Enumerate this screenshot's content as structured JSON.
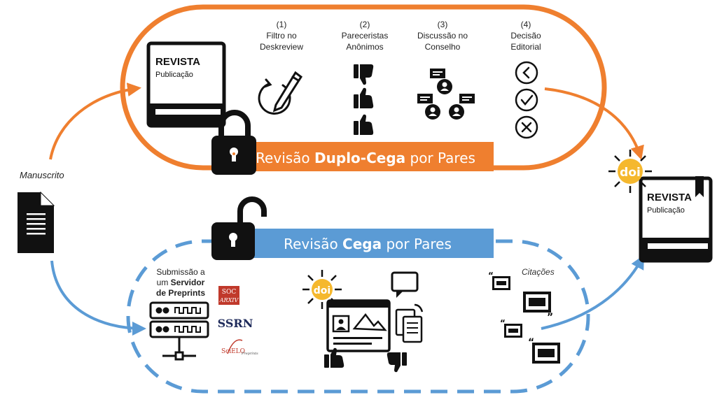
{
  "manuscript": {
    "label": "Manuscrito"
  },
  "journal": {
    "title": "REVISTA",
    "subtitle": "Publicação"
  },
  "double_blind": {
    "banner_prefix": "Revisão ",
    "banner_bold": "Duplo-Cega",
    "banner_suffix": " por Pares",
    "color": "#ef7f2f",
    "steps": [
      {
        "num": "(1)",
        "line1": "Filtro no",
        "line2": "Deskreview"
      },
      {
        "num": "(2)",
        "line1": "Pareceristas",
        "line2": "Anônimos"
      },
      {
        "num": "(3)",
        "line1": "Discussão no",
        "line2": "Conselho"
      },
      {
        "num": "(4)",
        "line1": "Decisão",
        "line2": "Editorial"
      }
    ]
  },
  "single_blind": {
    "banner_prefix": "Revisão ",
    "banner_bold": "Cega",
    "banner_suffix": " por Pares",
    "color": "#5b9bd5",
    "submission": {
      "line1": "Submissão a",
      "line2_prefix": "um ",
      "line2_bold": "Servidor",
      "line3": "de Preprints"
    },
    "servers": {
      "soc_top": "SOC",
      "soc_bottom": "ARXIV",
      "ssrn": "SSRN",
      "scielo": "SciELO",
      "scielo_sub": "Preprints"
    },
    "citations_label": "Citações"
  },
  "doi": {
    "label": "doi",
    "color": "#f5b82e"
  },
  "published": {
    "title": "REVISTA",
    "subtitle": "Publicação"
  }
}
